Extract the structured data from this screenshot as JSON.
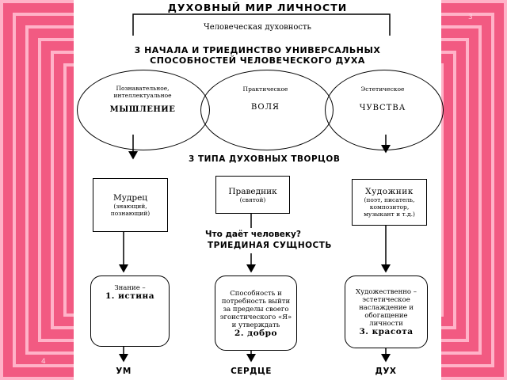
{
  "slide_numbers": {
    "top_right": "3",
    "bottom_left": "4"
  },
  "title": "ДУХОВНЫЙ МИР ЛИЧНОСТИ",
  "subtitle": "Человеческая духовность",
  "header2_line1": "3 НАЧАЛА И ТРИЕДИНСТВО УНИВЕРСАЛЬНЫХ",
  "header2_line2": "СПОСОБНОСТЕЙ ЧЕЛОВЕЧЕСКОГО ДУХА",
  "faculties": [
    {
      "caption": "Познавательное, интеллектуальное",
      "name": "МЫШЛЕНИЕ"
    },
    {
      "caption": "Практическое",
      "name": "ВОЛЯ"
    },
    {
      "caption": "Эстетическое",
      "name": "ЧУВСТВА"
    }
  ],
  "creators_header": "3 ТИПА ДУХОВНЫХ ТВОРЦОВ",
  "creators": [
    {
      "name": "Мудрец",
      "desc": "(знающий, познающий)"
    },
    {
      "name": "Праведник",
      "desc": "(святой)"
    },
    {
      "name": "Художник",
      "desc": "(поэт, писатель, композитор, музыкант и т.д.)"
    }
  ],
  "question": "Что даёт человеку?",
  "trinity": "ТРИЕДИНАЯ СУЩНОСТЬ",
  "gifts": [
    {
      "text": "Знание –",
      "value": "1. истина"
    },
    {
      "text": "Способность и потребность выйти за пределы своего эгоистического «Я» и утверждать",
      "value": "2. добро"
    },
    {
      "text": "Художественно – эстетическое наслаждение и обогащение личности",
      "value": "3. красота"
    }
  ],
  "outcomes": [
    "УМ",
    "СЕРДЦЕ",
    "ДУХ"
  ],
  "colors": {
    "frame_pink": "#f25a82",
    "frame_light": "#ffb3c8",
    "ink": "#000000"
  }
}
